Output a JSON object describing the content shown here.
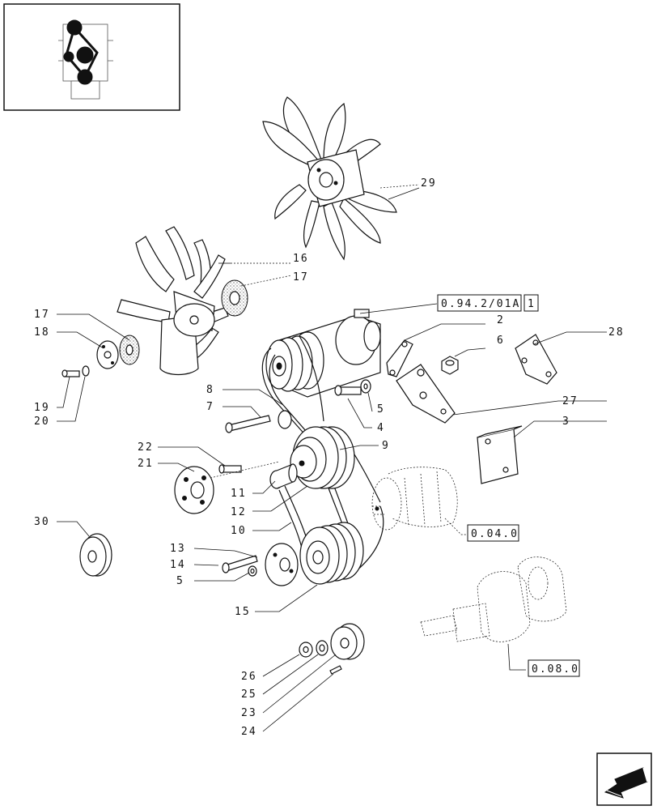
{
  "diagram": {
    "callouts": [
      "29",
      "16",
      "17",
      "17",
      "18",
      "19",
      "20",
      "8",
      "7",
      "22",
      "21",
      "11",
      "12",
      "10",
      "30",
      "13",
      "14",
      "5",
      "15",
      "26",
      "25",
      "23",
      "24",
      "2",
      "6",
      "28",
      "5",
      "4",
      "9",
      "27",
      "3"
    ],
    "references": [
      "0.94.2/01A",
      "1",
      "0.04.0",
      "0.08.0"
    ]
  },
  "icons": [
    "engine-locator-thumbnail-icon",
    "next-page-arrow-icon"
  ]
}
